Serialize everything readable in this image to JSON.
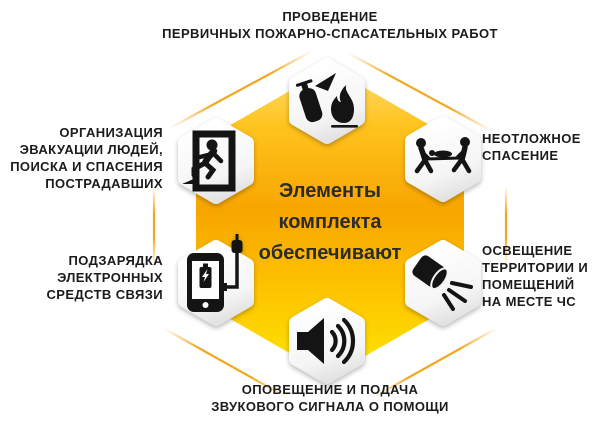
{
  "center": {
    "text": "Элементы\nкомплекта\nобеспечивают"
  },
  "sections": {
    "top": {
      "label": "ПРОВЕДЕНИЕ\nПЕРВИЧНЫХ ПОЖАРНО-СПАСАТЕЛЬНЫХ РАБОТ",
      "icon": "fire-extinguisher-flame-icon"
    },
    "upper_right": {
      "label": "НЕОТЛОЖНОЕ\nСПАСЕНИЕ",
      "icon": "stretcher-rescue-icon"
    },
    "lower_right": {
      "label": "ОСВЕЩЕНИЕ\nТЕРРИТОРИИ И\nПОМЕЩЕНИЙ\nНА МЕСТЕ ЧС",
      "icon": "flashlight-icon"
    },
    "bottom": {
      "label": "ОПОВЕЩЕНИЕ И ПОДАЧА\nЗВУКОВОГО СИГНАЛА О ПОМОЩИ",
      "icon": "loudspeaker-icon"
    },
    "lower_left": {
      "label": "ПОДЗАРЯДКА\nЭЛЕКТРОННЫХ\nСРЕДСТВ СВЯЗИ",
      "icon": "phone-charging-icon"
    },
    "upper_left": {
      "label": "ОРГАНИЗАЦИЯ\nЭВАКУАЦИИ ЛЮДЕЙ,\nПОИСКА И СПАСЕНИЯ\nПОСТРАДАВШИХ",
      "icon": "emergency-exit-icon"
    }
  },
  "colors": {
    "outline_accent": "#F2A71E",
    "hexagon_top": "#FFD763",
    "hexagon_middle": "#F8A500",
    "hexagon_bottom": "#FFE100",
    "badge_fill": "#FFFFFF",
    "icon_color": "#141414",
    "label_color": "#1B1B1B",
    "center_text_color": "#2B2B2B"
  }
}
